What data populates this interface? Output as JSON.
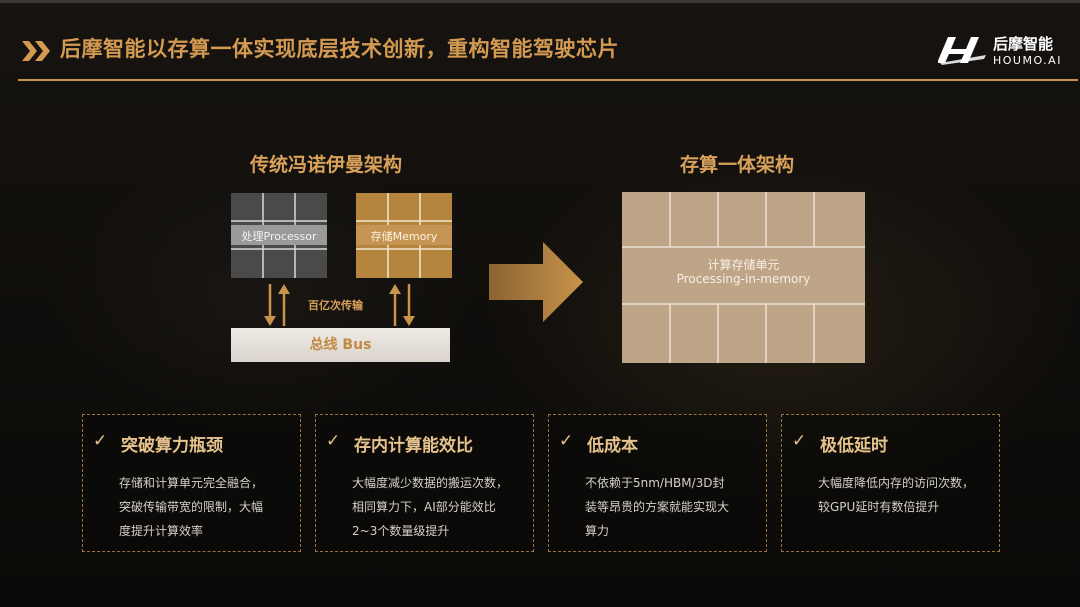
{
  "header": {
    "title": "后摩智能以存算一体实现底层技术创新，重构智能驾驶芯片",
    "logo_cn": "后摩智能",
    "logo_en": "HOUMO.AI",
    "chevron_icon": "double-chevron-right-icon"
  },
  "left": {
    "title": "传统冯诺伊曼架构",
    "processor_label": "处理Processor",
    "memory_label": "存储Memory",
    "transfer_label": "百亿次传输",
    "bus_label": "总线 Bus"
  },
  "right": {
    "title": "存算一体架构",
    "pim_label_cn": "计算存储单元",
    "pim_label_en": "Processing-in-memory"
  },
  "cards": [
    {
      "title": "突破算力瓶颈",
      "lines": [
        "存储和计算单元完全融合，",
        "突破传输带宽的限制，大幅",
        "度提升计算效率"
      ]
    },
    {
      "title": "存内计算能效比",
      "lines": [
        "大幅度减少数据的搬运次数，",
        "相同算力下，AI部分能效比",
        "2~3个数量级提升"
      ]
    },
    {
      "title": "低成本",
      "lines": [
        "不依赖于5nm/HBM/3D封",
        "装等昂贵的方案就能实现大",
        "算力"
      ]
    },
    {
      "title": "极低延时",
      "lines": [
        "大幅度降低内存的访问次数，",
        "较GPU延时有数倍提升"
      ]
    }
  ],
  "colors": {
    "accent": "#d9a15a",
    "gold_box": "#b5843f",
    "dark_box": "#4a4a4a",
    "pim_box": "#bfa587"
  }
}
